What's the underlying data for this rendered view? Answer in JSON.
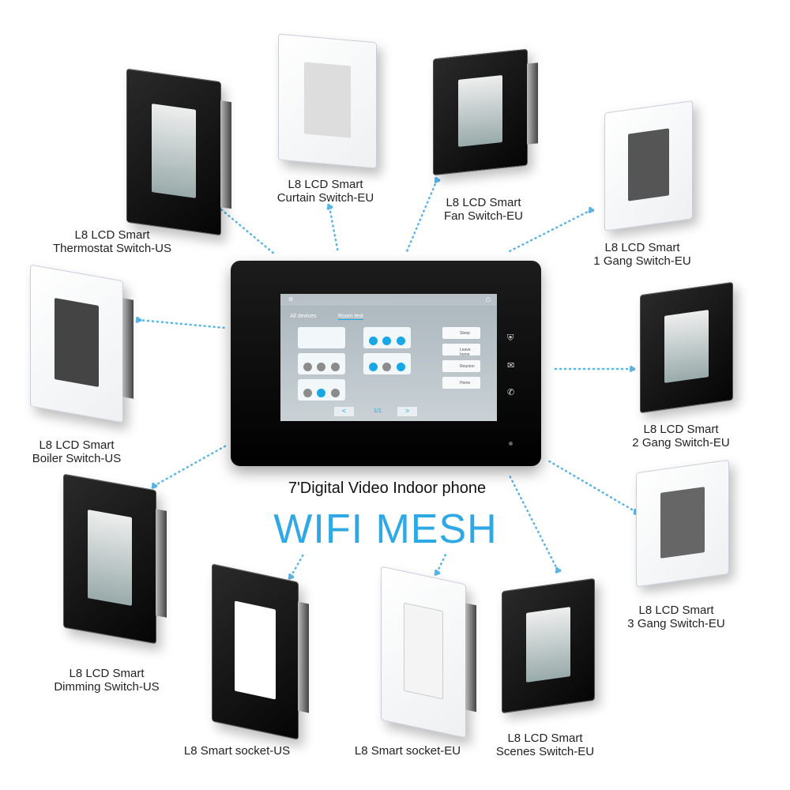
{
  "center": {
    "title": "7'Digital Video Indoor phone",
    "headline": "WIFI MESH",
    "screen": {
      "tab_all": "All devices",
      "tab_room": "Room test",
      "scenes": [
        "Sleep",
        "Leave home",
        "Reunion",
        "Home"
      ],
      "pager": "1/1",
      "prev": "<",
      "next": ">"
    }
  },
  "products": [
    {
      "line1": "L8 LCD Smart",
      "line2": "Thermostat Switch-US"
    },
    {
      "line1": "L8 LCD Smart",
      "line2": "Curtain Switch-EU"
    },
    {
      "line1": "L8 LCD Smart",
      "line2": "Fan Switch-EU"
    },
    {
      "line1": "L8 LCD Smart",
      "line2": "1 Gang Switch-EU"
    },
    {
      "line1": "L8 LCD Smart",
      "line2": "Boiler Switch-US"
    },
    {
      "line1": "L8 LCD Smart",
      "line2": "2 Gang Switch-EU"
    },
    {
      "line1": "L8 LCD Smart",
      "line2": "Dimming Switch-US"
    },
    {
      "line1": "L8 LCD Smart",
      "line2": "3 Gang Switch-EU"
    },
    {
      "line1": "L8 Smart socket-US"
    },
    {
      "line1": "L8 Smart socket-EU"
    },
    {
      "line1": "L8 LCD Smart",
      "line2": "Scenes Switch-EU"
    }
  ],
  "colors": {
    "accent": "#2fa9e6",
    "dots": "#5ab4e5"
  }
}
